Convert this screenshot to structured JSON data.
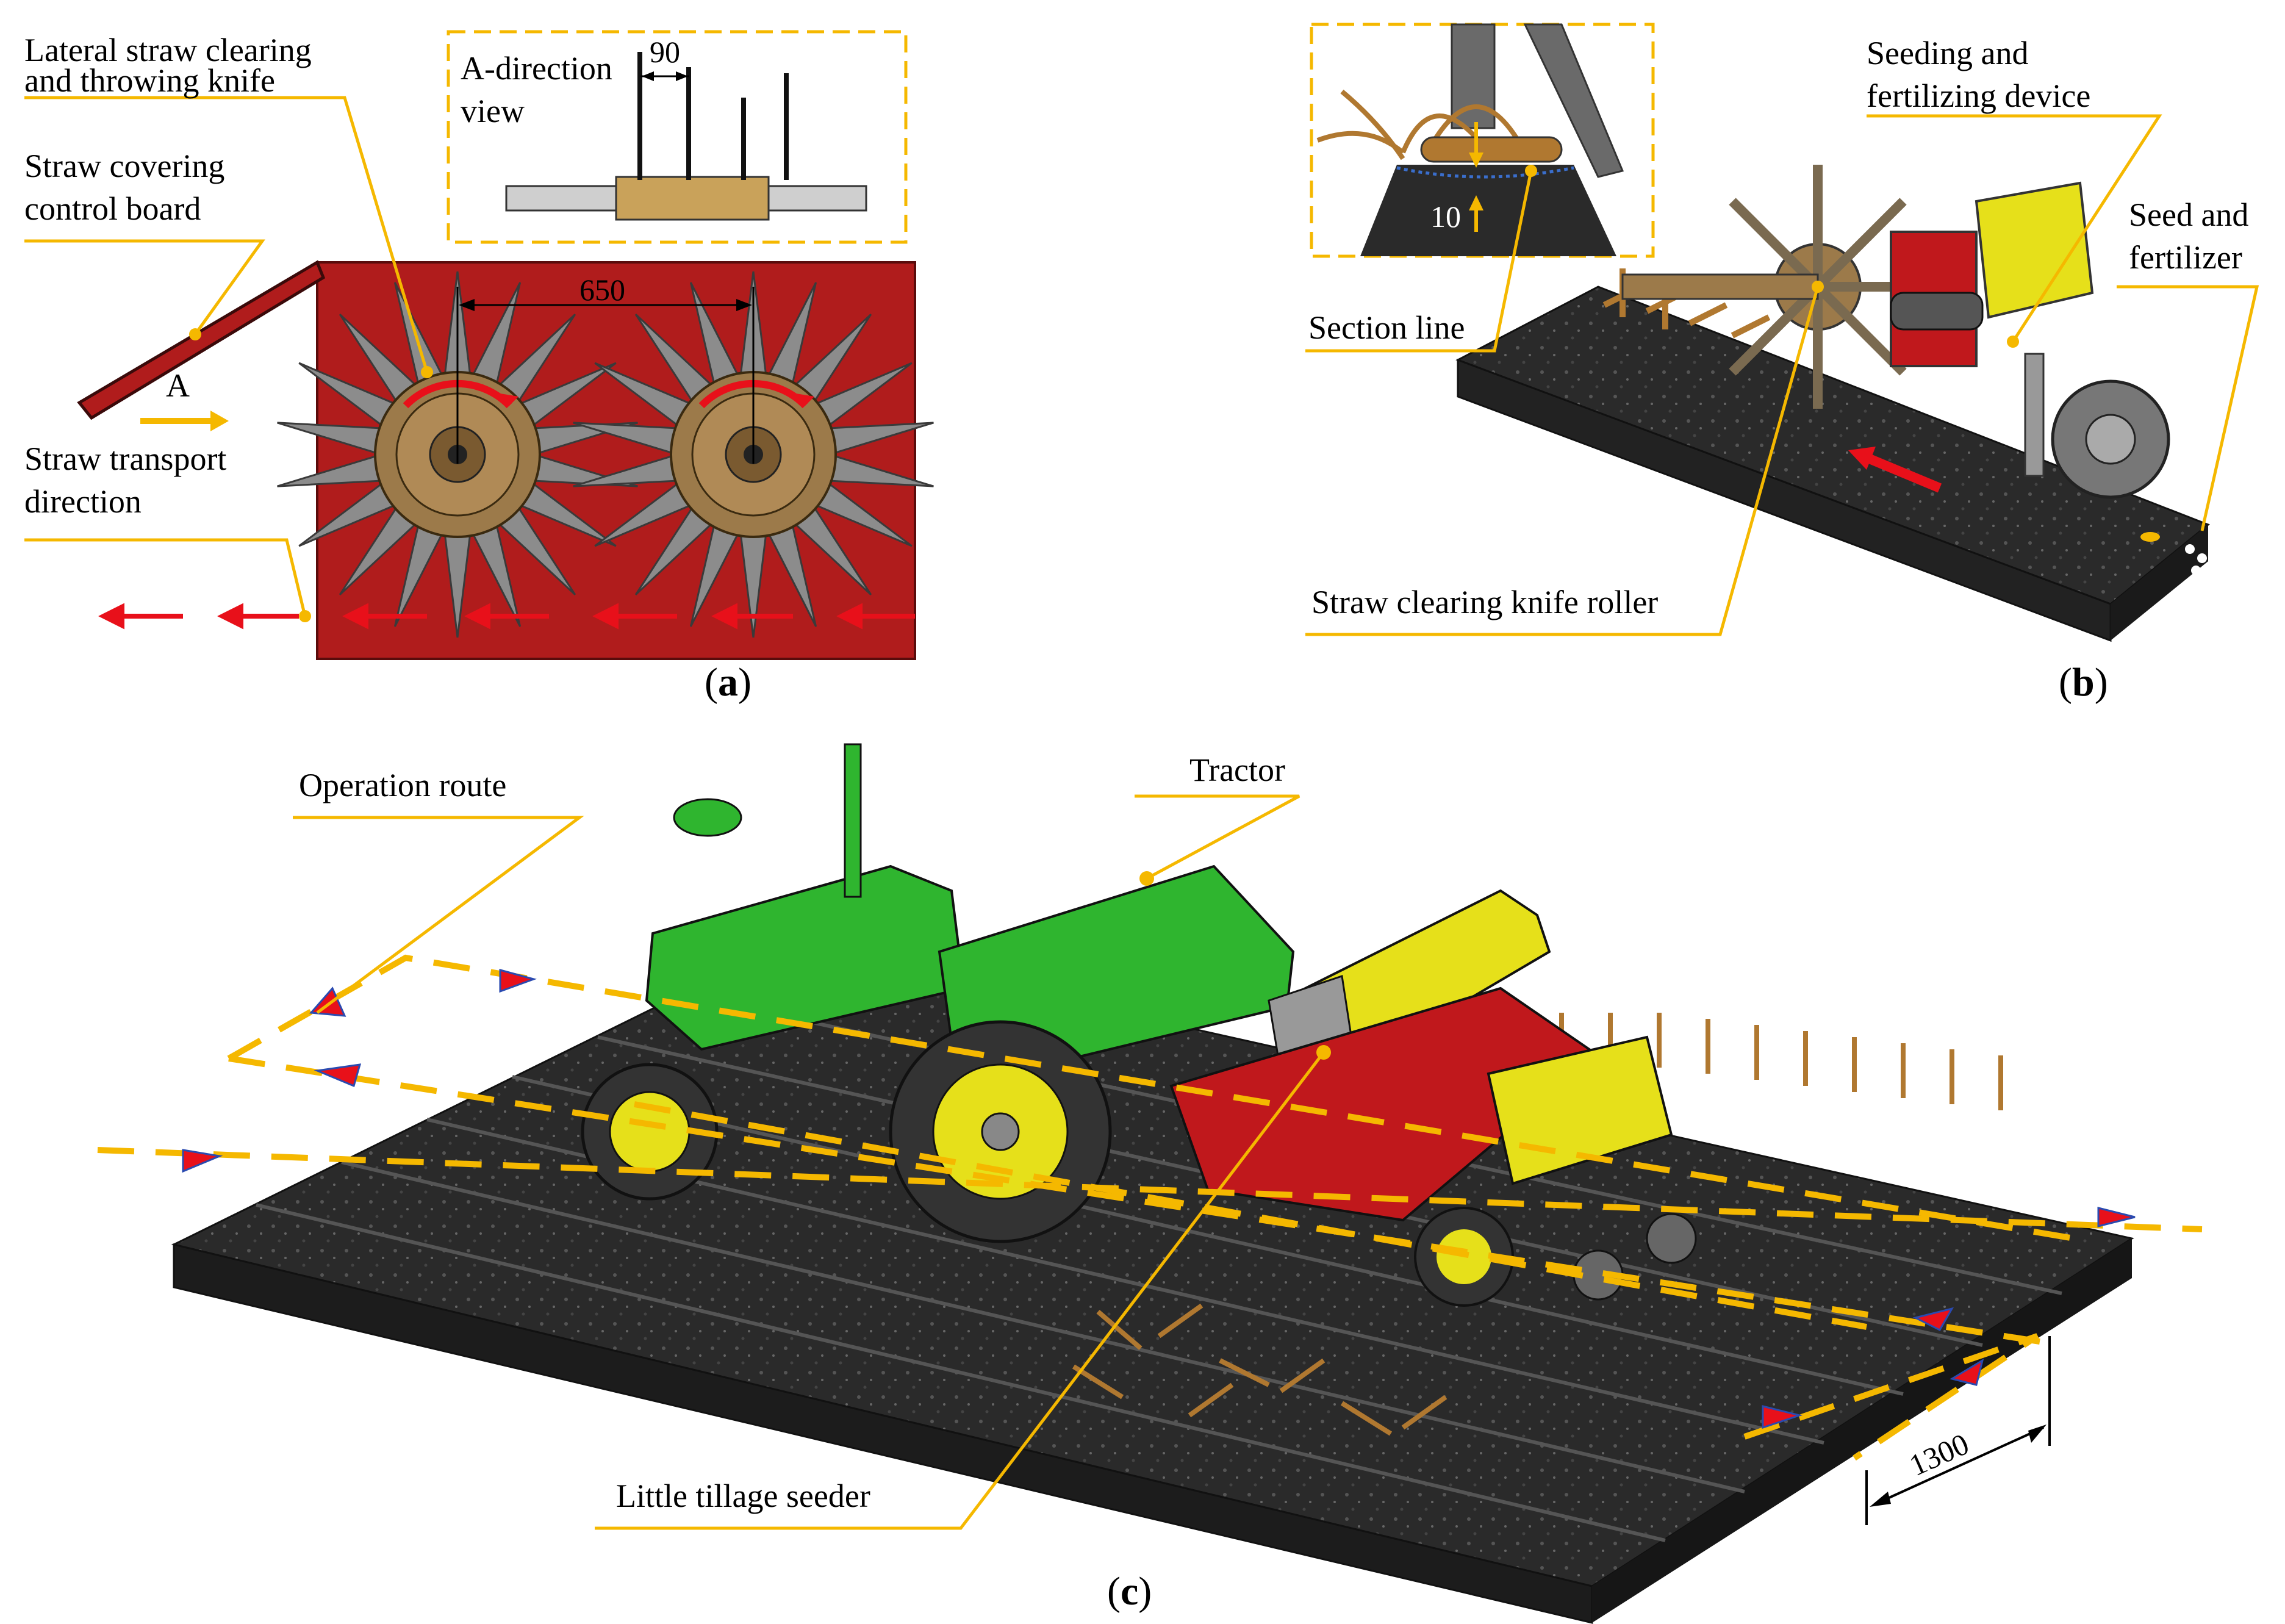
{
  "panel_a": {
    "caption_letter": "a",
    "labels": {
      "knife_line1": "Lateral  straw clearing",
      "knife_line2": "and throwing knife",
      "board_line1": "Straw covering",
      "board_line2": "control board",
      "transport_line1": "Straw transport",
      "transport_line2": "direction",
      "view_line1": "A-direction",
      "view_line2": "view",
      "view_marker": "A"
    },
    "dimensions": {
      "spacing": "90",
      "roller_distance": "650"
    }
  },
  "panel_b": {
    "caption_letter": "b",
    "labels": {
      "device_line1": "Seeding and",
      "device_line2": "fertilizing device",
      "seed_line1": "Seed and",
      "seed_line2": "fertilizer",
      "section_line": "Section line",
      "roller": "Straw  clearing knife roller"
    },
    "dimensions": {
      "depth": "10"
    }
  },
  "panel_c": {
    "caption_letter": "c",
    "labels": {
      "route": "Operation route",
      "tractor": "Tractor",
      "seeder": "Little tillage seeder"
    },
    "dimensions": {
      "row_width": "1300"
    }
  },
  "colors": {
    "leader": "#f5b800",
    "frame_red": "#b01c1c",
    "blade_gray": "#8a8a8a",
    "hub_bronze": "#9c7a4a",
    "tractor_green": "#2fb52f",
    "seeder_yellow": "#e6e01a",
    "soil": "#2e2e2e",
    "arrow_red": "#e8101a",
    "straw": "#b07830"
  }
}
